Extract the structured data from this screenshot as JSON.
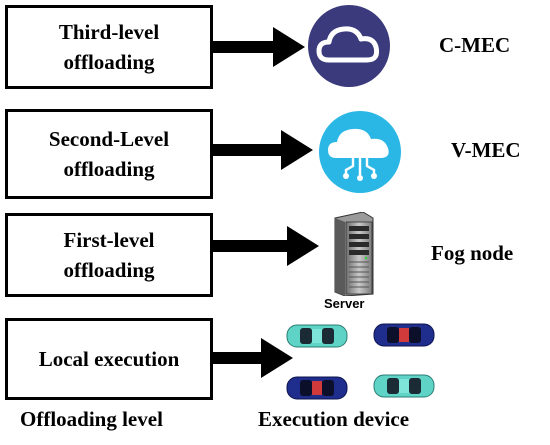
{
  "levels": [
    {
      "line1": "Third-level",
      "line2": "offloading",
      "device": "C-MEC"
    },
    {
      "line1": "Second-Level",
      "line2": "offloading",
      "device": "V-MEC"
    },
    {
      "line1": "First-level",
      "line2": "offloading",
      "device": "Fog node"
    },
    {
      "line1": "Local execution",
      "line2": "",
      "device": ""
    }
  ],
  "server_caption": "Server",
  "footer": {
    "left": "Offloading level",
    "right": "Execution device"
  },
  "icons": {
    "c_mec": "cloud-icon",
    "v_mec": "cloud-network-icon",
    "fog": "server-icon",
    "local": "car-icons"
  },
  "colors": {
    "c_mec_fill": "#3a3a7c",
    "v_mec_fill": "#2bb7e6",
    "car_teal": "#5fd3c6",
    "car_navy": "#1f2d8c"
  }
}
